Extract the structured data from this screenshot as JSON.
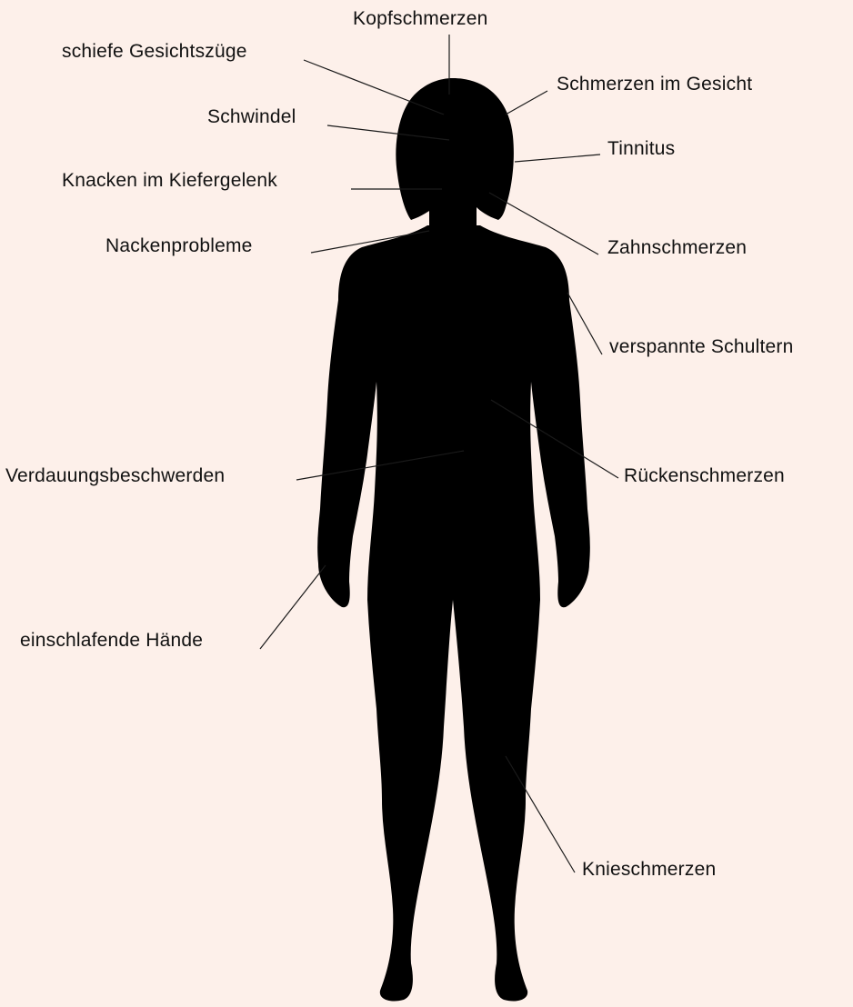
{
  "colors": {
    "background": "#fdf0ea",
    "silhouette": "#000000",
    "leader_line": "#1a1a1a",
    "text": "#111111"
  },
  "symptoms": {
    "headache": "Kopfschmerzen",
    "crooked_face": "schiefe Gesichtszüge",
    "face_pain": "Schmerzen im Gesicht",
    "dizziness": "Schwindel",
    "tinnitus": "Tinnitus",
    "jaw_clicking": "Knacken im Kiefergelenk",
    "toothache": "Zahnschmerzen",
    "neck_problems": "Nackenprobleme",
    "tense_shoulders": "verspannte Schultern",
    "digestion": "Verdauungsbeschwerden",
    "back_pain": "Rückenschmerzen",
    "numb_hands": "einschlafende Hände",
    "knee_pain": "Knieschmerzen"
  }
}
